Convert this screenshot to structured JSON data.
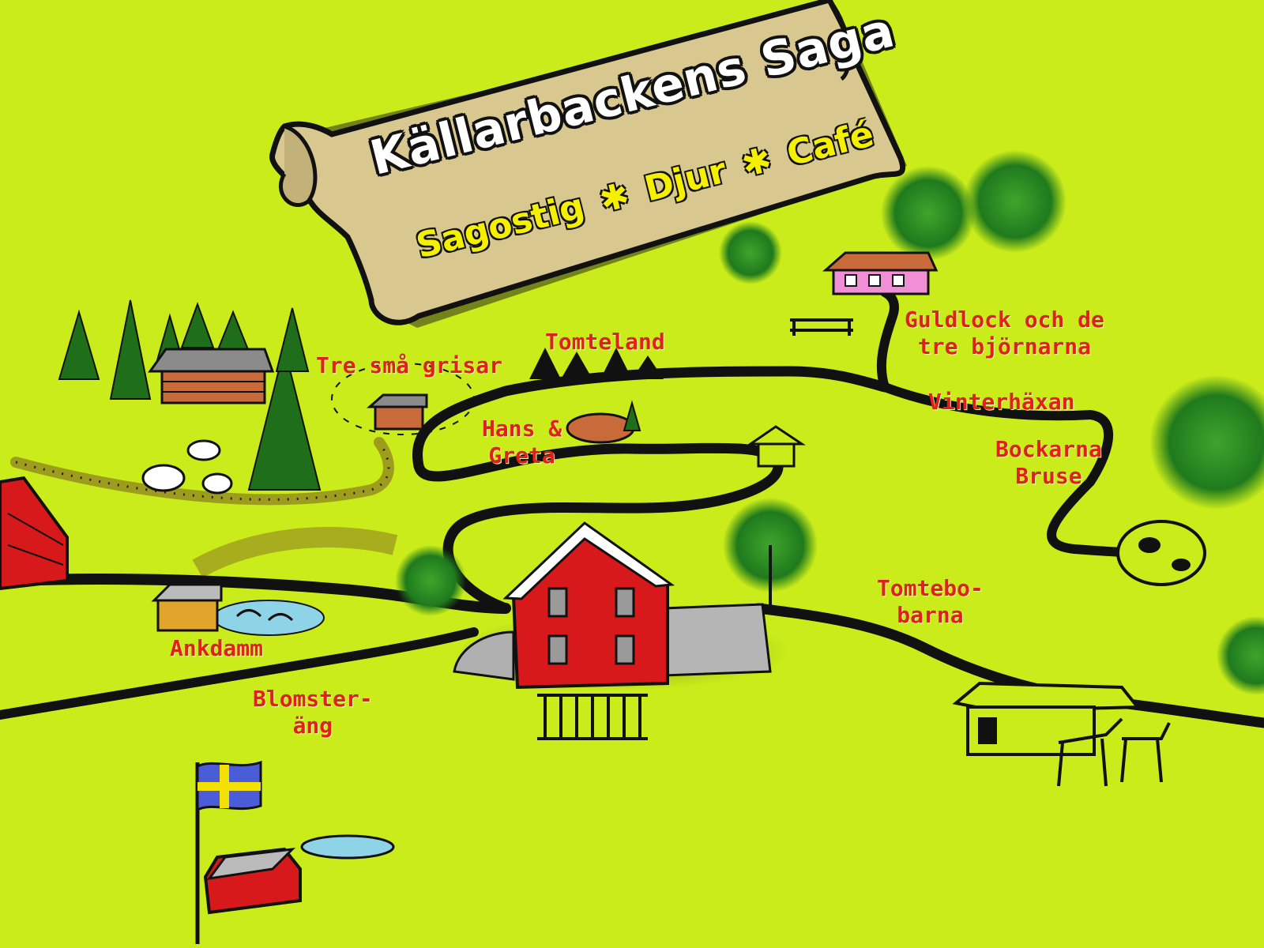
{
  "banner": {
    "title": "Källarbackens Saga",
    "subtitle_items": [
      "Sagostig",
      "Djur",
      "Café"
    ],
    "separator": "✱"
  },
  "colors": {
    "background": "#c9ec1a",
    "label": "#e0201c",
    "banner_paper": "#d8c890",
    "banner_subtitle": "#f4f000",
    "path": "#111111",
    "barn_red": "#d7191c",
    "tree_green": "#2c8a24"
  },
  "places": {
    "tre_sma_grisar": "Tre små grisar",
    "tomteland": "Tomteland",
    "guldlock_line1": "Guldlock och de",
    "guldlock_line2": "tre björnarna",
    "hans_greta_line1": "Hans &",
    "hans_greta_line2": "Greta",
    "vinterhaxan": "Vinterhäxan",
    "bockarna_line1": "Bockarna",
    "bockarna_line2": "Bruse",
    "tomtebobarna_line1": "Tomtebo-",
    "tomtebobarna_line2": "barna",
    "ankdamm": "Ankdamm",
    "blomsterang_line1": "Blomster-",
    "blomsterang_line2": "äng"
  },
  "icons": [
    "flag-of-sweden-icon",
    "barn-icon",
    "tree-icon",
    "pond-icon",
    "sheep-icon",
    "house-icon"
  ]
}
